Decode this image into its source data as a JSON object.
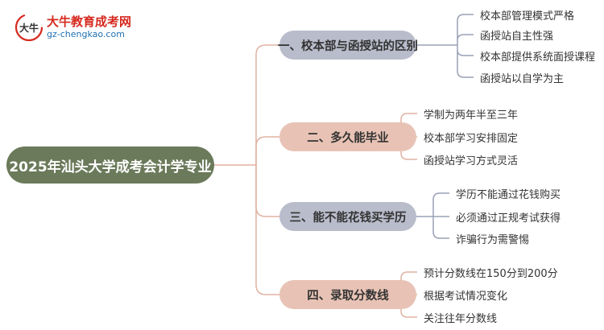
{
  "logo": {
    "name": "大牛教育成考网",
    "url": "gz-chengkao.com",
    "mark_text": "大牛"
  },
  "root": {
    "label": "2025年汕头大学成考会计学专业"
  },
  "branches": [
    {
      "label": "一、校本部与函授站的区别",
      "leaves": [
        "校本部管理模式严格",
        "函授站自主性强",
        "校本部提供系统面授课程",
        "函授站以自学为主"
      ]
    },
    {
      "label": "二、多久能毕业",
      "leaves": [
        "学制为两年半至三年",
        "校本部学习安排固定",
        "函授站学习方式灵活"
      ]
    },
    {
      "label": "三、能不能花钱买学历",
      "leaves": [
        "学历不能通过花钱购买",
        "必须通过正规考试获得",
        "诈骗行为需警惕"
      ]
    },
    {
      "label": "四、录取分数线",
      "leaves": [
        "预计分数线在150分到200分",
        "根据考试情况变化",
        "关注往年分数线"
      ]
    }
  ],
  "colors": {
    "root_bg": "#6b7a5a",
    "branch_blue": "#b9bccb",
    "branch_peach": "#e8c3b5",
    "line_blue": "#9aa0b5",
    "line_peach": "#e0b2a2",
    "logo_red": "#d6291f",
    "logo_blue": "#1f6fb2"
  }
}
